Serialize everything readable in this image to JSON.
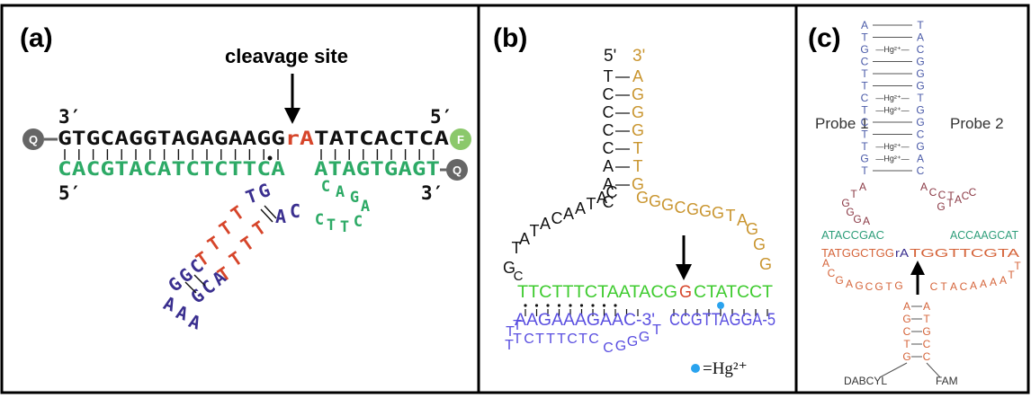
{
  "colors": {
    "black": "#111111",
    "red": "#d6452a",
    "green": "#2daa66",
    "indigo": "#3a2f8f",
    "gold": "#c9952f",
    "bgreen": "#3ecb2e",
    "violet": "#5a4fe0",
    "cred": "#d5643a",
    "blue": "#4a5aa8",
    "maroon": "#8b3a46",
    "cgreen": "#2e9e7a",
    "hg": "#2aa3ee",
    "quencher": "#666666",
    "fluor": "#8bc86b"
  },
  "panel_a": {
    "label": "(a)",
    "cleavage_label": "cleavage site",
    "top_3prime": "3′",
    "top_5prime": "5′",
    "top_seq_left": "GTGCAGGTAGAGAAGG",
    "top_seq_ra": "rA",
    "top_seq_right": "TATCACTCA",
    "bottom_5prime": "5′",
    "bottom_3prime": "3′",
    "bottom_left_arm": "CACGTACATCTCTTCA",
    "bottom_right_arm": "ATAGTGAGT",
    "quencher": "Q",
    "fluorophore": "F",
    "dnazyme_red_1": [
      "T",
      "T",
      "T",
      "T"
    ],
    "dnazyme_top_loop": [
      "T",
      "G"
    ],
    "dnazyme_red_2": [
      "T",
      "T",
      "T",
      "T"
    ],
    "dnazyme_ac": [
      "A",
      "C"
    ],
    "dnazyme_stem_left": [
      "G",
      "G",
      "C"
    ],
    "dnazyme_stem_right": [
      "G",
      "C",
      "A"
    ],
    "dnazyme_loop_bottom": [
      "A",
      "A",
      "A"
    ],
    "dnazyme_green_loop": [
      "C",
      "A",
      "G",
      "A",
      "C",
      "T",
      "T",
      "C"
    ]
  },
  "panel_b": {
    "label": "(b)",
    "five_prime": "5'",
    "three_prime": "3'",
    "black_stem": [
      "T",
      "C",
      "C",
      "C",
      "C",
      "A",
      "A",
      "C"
    ],
    "gold_stem": [
      "A",
      "G",
      "G",
      "G",
      "T",
      "T",
      "G"
    ],
    "black_arm": [
      "T",
      "A",
      "T",
      "A",
      "C",
      "A",
      "A",
      "T",
      "A",
      "C"
    ],
    "gold_arm": [
      "G",
      "G",
      "G",
      "C",
      "G",
      "G",
      "G",
      "T",
      "A",
      "G",
      "G",
      "G"
    ],
    "gc_corner": "G",
    "gc_corner2": "C",
    "green_left": "TTCTTTCTAATACG",
    "green_g": "G",
    "green_right": "CTATCCT",
    "bottom_left": "AAGAAAGAAC-3'",
    "bottom_right": "CCGTTAGGA-5",
    "loop_letters": [
      "T",
      "T",
      "T",
      "T",
      "C",
      "T",
      "T",
      "T",
      "C",
      "T",
      "C",
      "C",
      "G",
      "G",
      "G",
      "T"
    ],
    "hg_label": "=Hg²⁺"
  },
  "panel_c": {
    "label": "(c)",
    "probe1": "Probe 1",
    "probe2": "Probe 2",
    "stem_left": [
      "A",
      "T",
      "G",
      "C",
      "T",
      "T",
      "C",
      "T",
      "C",
      "T",
      "T",
      "G",
      "T"
    ],
    "stem_right": [
      "T",
      "A",
      "C",
      "G",
      "G",
      "G",
      "T",
      "G",
      "G",
      "C",
      "G",
      "A",
      "C"
    ],
    "hg_marks": [
      "—Hg²⁺—",
      "—Hg²⁺—",
      "—Hg²⁺—",
      "—Hg²⁺—",
      "—Hg²⁺—"
    ],
    "maroon_left": [
      "A",
      "T",
      "G",
      "G",
      "G",
      "A"
    ],
    "maroon_right": [
      "A",
      "C",
      "C",
      "T",
      "G",
      "T",
      "A",
      "C",
      "C"
    ],
    "green_left": "ATACCGAC",
    "green_right": "ACCAAGCAT",
    "orange_left": "TATGGCTGG",
    "orange_ra": "rA",
    "orange_right": "TGGTTCGTA",
    "orange_arm_left": [
      "A",
      "C",
      "G",
      "A",
      "G",
      "C",
      "G",
      "T",
      "G"
    ],
    "orange_arm_right": [
      "C",
      "T",
      "A",
      "C",
      "A",
      "A",
      "A",
      "A",
      "T",
      "T"
    ],
    "orange_bottom_left": [
      "A",
      "G",
      "C",
      "T",
      "G"
    ],
    "orange_bottom_right": [
      "A",
      "T",
      "G",
      "C",
      "C"
    ],
    "dabcyl": "DABCYL",
    "fam": "FAM"
  }
}
